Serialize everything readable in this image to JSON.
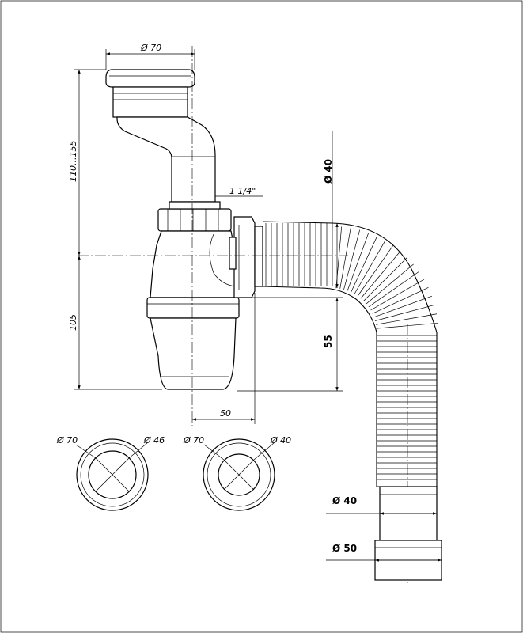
{
  "dimensions": {
    "top_diameter": "Ø 70",
    "height_range": "110...155",
    "lower_height": "105",
    "thread": "1 1/4\"",
    "hose_diameter": "Ø 40",
    "outlet_drop": "55",
    "offset": "50",
    "end_d40": "Ø 40",
    "end_d50": "Ø 50"
  },
  "gaskets": [
    {
      "outer": "Ø 70",
      "inner": "Ø 46"
    },
    {
      "outer": "Ø 70",
      "inner": "Ø 40"
    }
  ]
}
